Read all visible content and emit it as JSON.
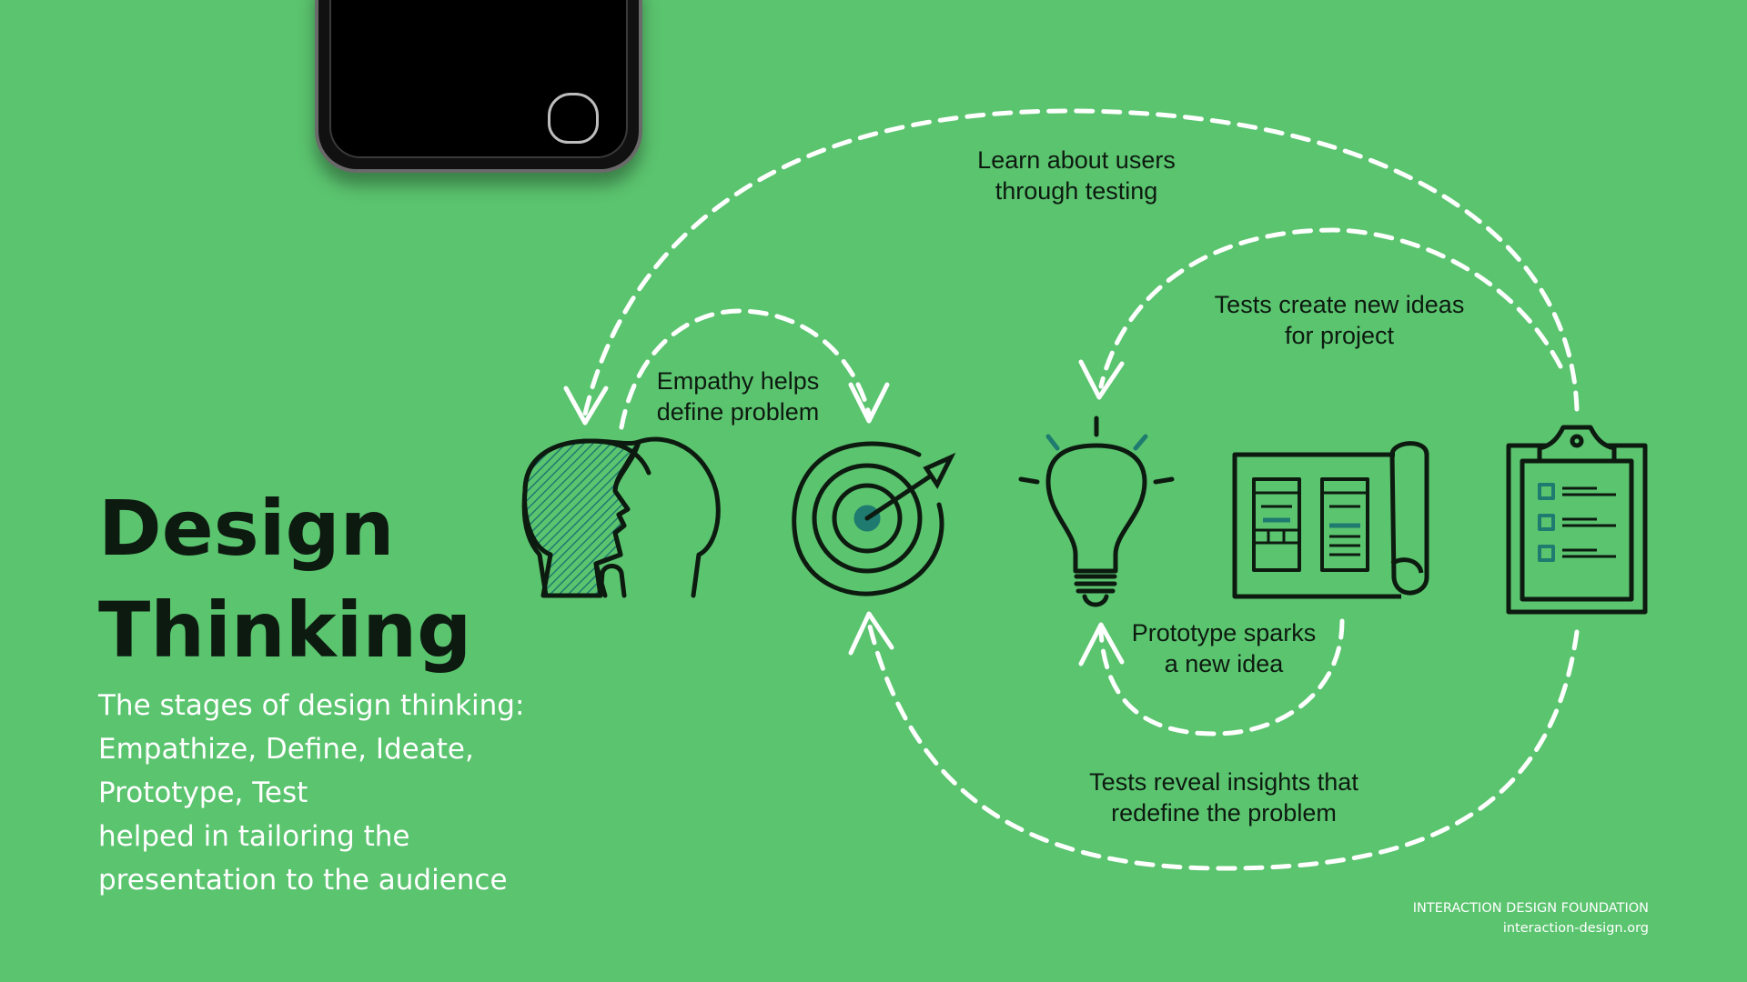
{
  "header": {
    "title_line1": "Design",
    "title_line2": "Thinking"
  },
  "subtitle": {
    "line1": "The stages of design thinking:",
    "line2": "Empathize, Define, Ideate,",
    "line3": "Prototype, Test",
    "line4": "helped in tailoring the",
    "line5": "presentation to the audience"
  },
  "diagram": {
    "label_learn_1": "Learn about users",
    "label_learn_2": "through testing",
    "label_tests_ideas_1": "Tests create new ideas",
    "label_tests_ideas_2": "for project",
    "label_empathy_1": "Empathy helps",
    "label_empathy_2": "define problem",
    "label_prototype_1": "Prototype sparks",
    "label_prototype_2": "a new idea",
    "label_insights_1": "Tests reveal insights that",
    "label_insights_2": "redefine the problem",
    "icons": [
      "heads-icon",
      "target-icon",
      "lightbulb-icon",
      "blueprint-icon",
      "clipboard-icon"
    ]
  },
  "footer": {
    "org": "INTERACTION DESIGN FOUNDATION",
    "url": "interaction-design.org"
  },
  "colors": {
    "background": "#5bc46f",
    "ink": "#0d1a10",
    "teal": "#1f7a6f",
    "arrow": "#ffffff"
  }
}
